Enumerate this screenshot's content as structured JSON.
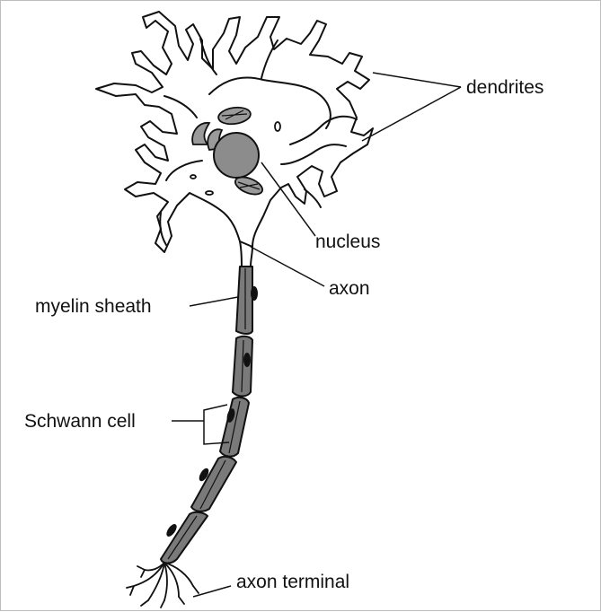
{
  "labels": {
    "dendrites": "dendrites",
    "nucleus": "nucleus",
    "axon": "axon",
    "myelin_sheath": "myelin sheath",
    "schwann_cell": "Schwann cell",
    "axon_terminal": "axon terminal"
  },
  "colors": {
    "outline": "#111111",
    "nucleus_fill": "#8c8c8c",
    "sheath_fill": "#7a7a7a",
    "organelle_fill": "#9a9a9a",
    "background": "#ffffff",
    "frame": "#bdbdbd"
  }
}
